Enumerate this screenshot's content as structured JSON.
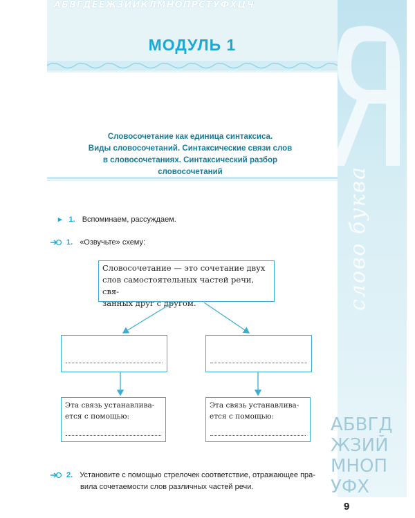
{
  "header": {
    "alphabet_strip": "АБВГДЕЁЖЗИЙКЛМНОПРСТУФХЦЧ",
    "module_title": "МОДУЛЬ 1"
  },
  "section": {
    "heading_lines": [
      "Словосочетание как единица синтаксиса.",
      "Виды словосочетаний. Синтаксические связи слов",
      "в словосочетаниях. Синтаксический разбор",
      "словосочетаний"
    ]
  },
  "tasks": {
    "t1": {
      "number": "1.",
      "text": "Вспоминаем, рассуждаем."
    },
    "t2": {
      "number": "1.",
      "text": "«Озвучьте» схему:"
    },
    "t3": {
      "number": "2.",
      "line1": "Установите с помощью стрелочек соответствие, отражающее пра-",
      "line2": "вила сочетаемости слов различных частей речи."
    }
  },
  "diagram": {
    "top_box": [
      "Словосочетание — это сочетание двух",
      "слов самостоятельных частей речи, свя-",
      "занных друг с другом."
    ],
    "bottom_left": [
      "Эта связь устанавлива-",
      "ется с помощью:"
    ],
    "bottom_right": [
      "Эта связь устанавлива-",
      "ется с помощью:"
    ]
  },
  "side": {
    "vertical_text": "слово буква",
    "alpha_rows": [
      "АБВГД",
      "ЖЗИЙ",
      "МНОП",
      "УФХ"
    ]
  },
  "footer": {
    "page_number": "9"
  },
  "colors": {
    "accent": "#1aa9d6",
    "heading": "#157a97",
    "box_border": "#39aed3",
    "panel": "#e6f4f8"
  }
}
